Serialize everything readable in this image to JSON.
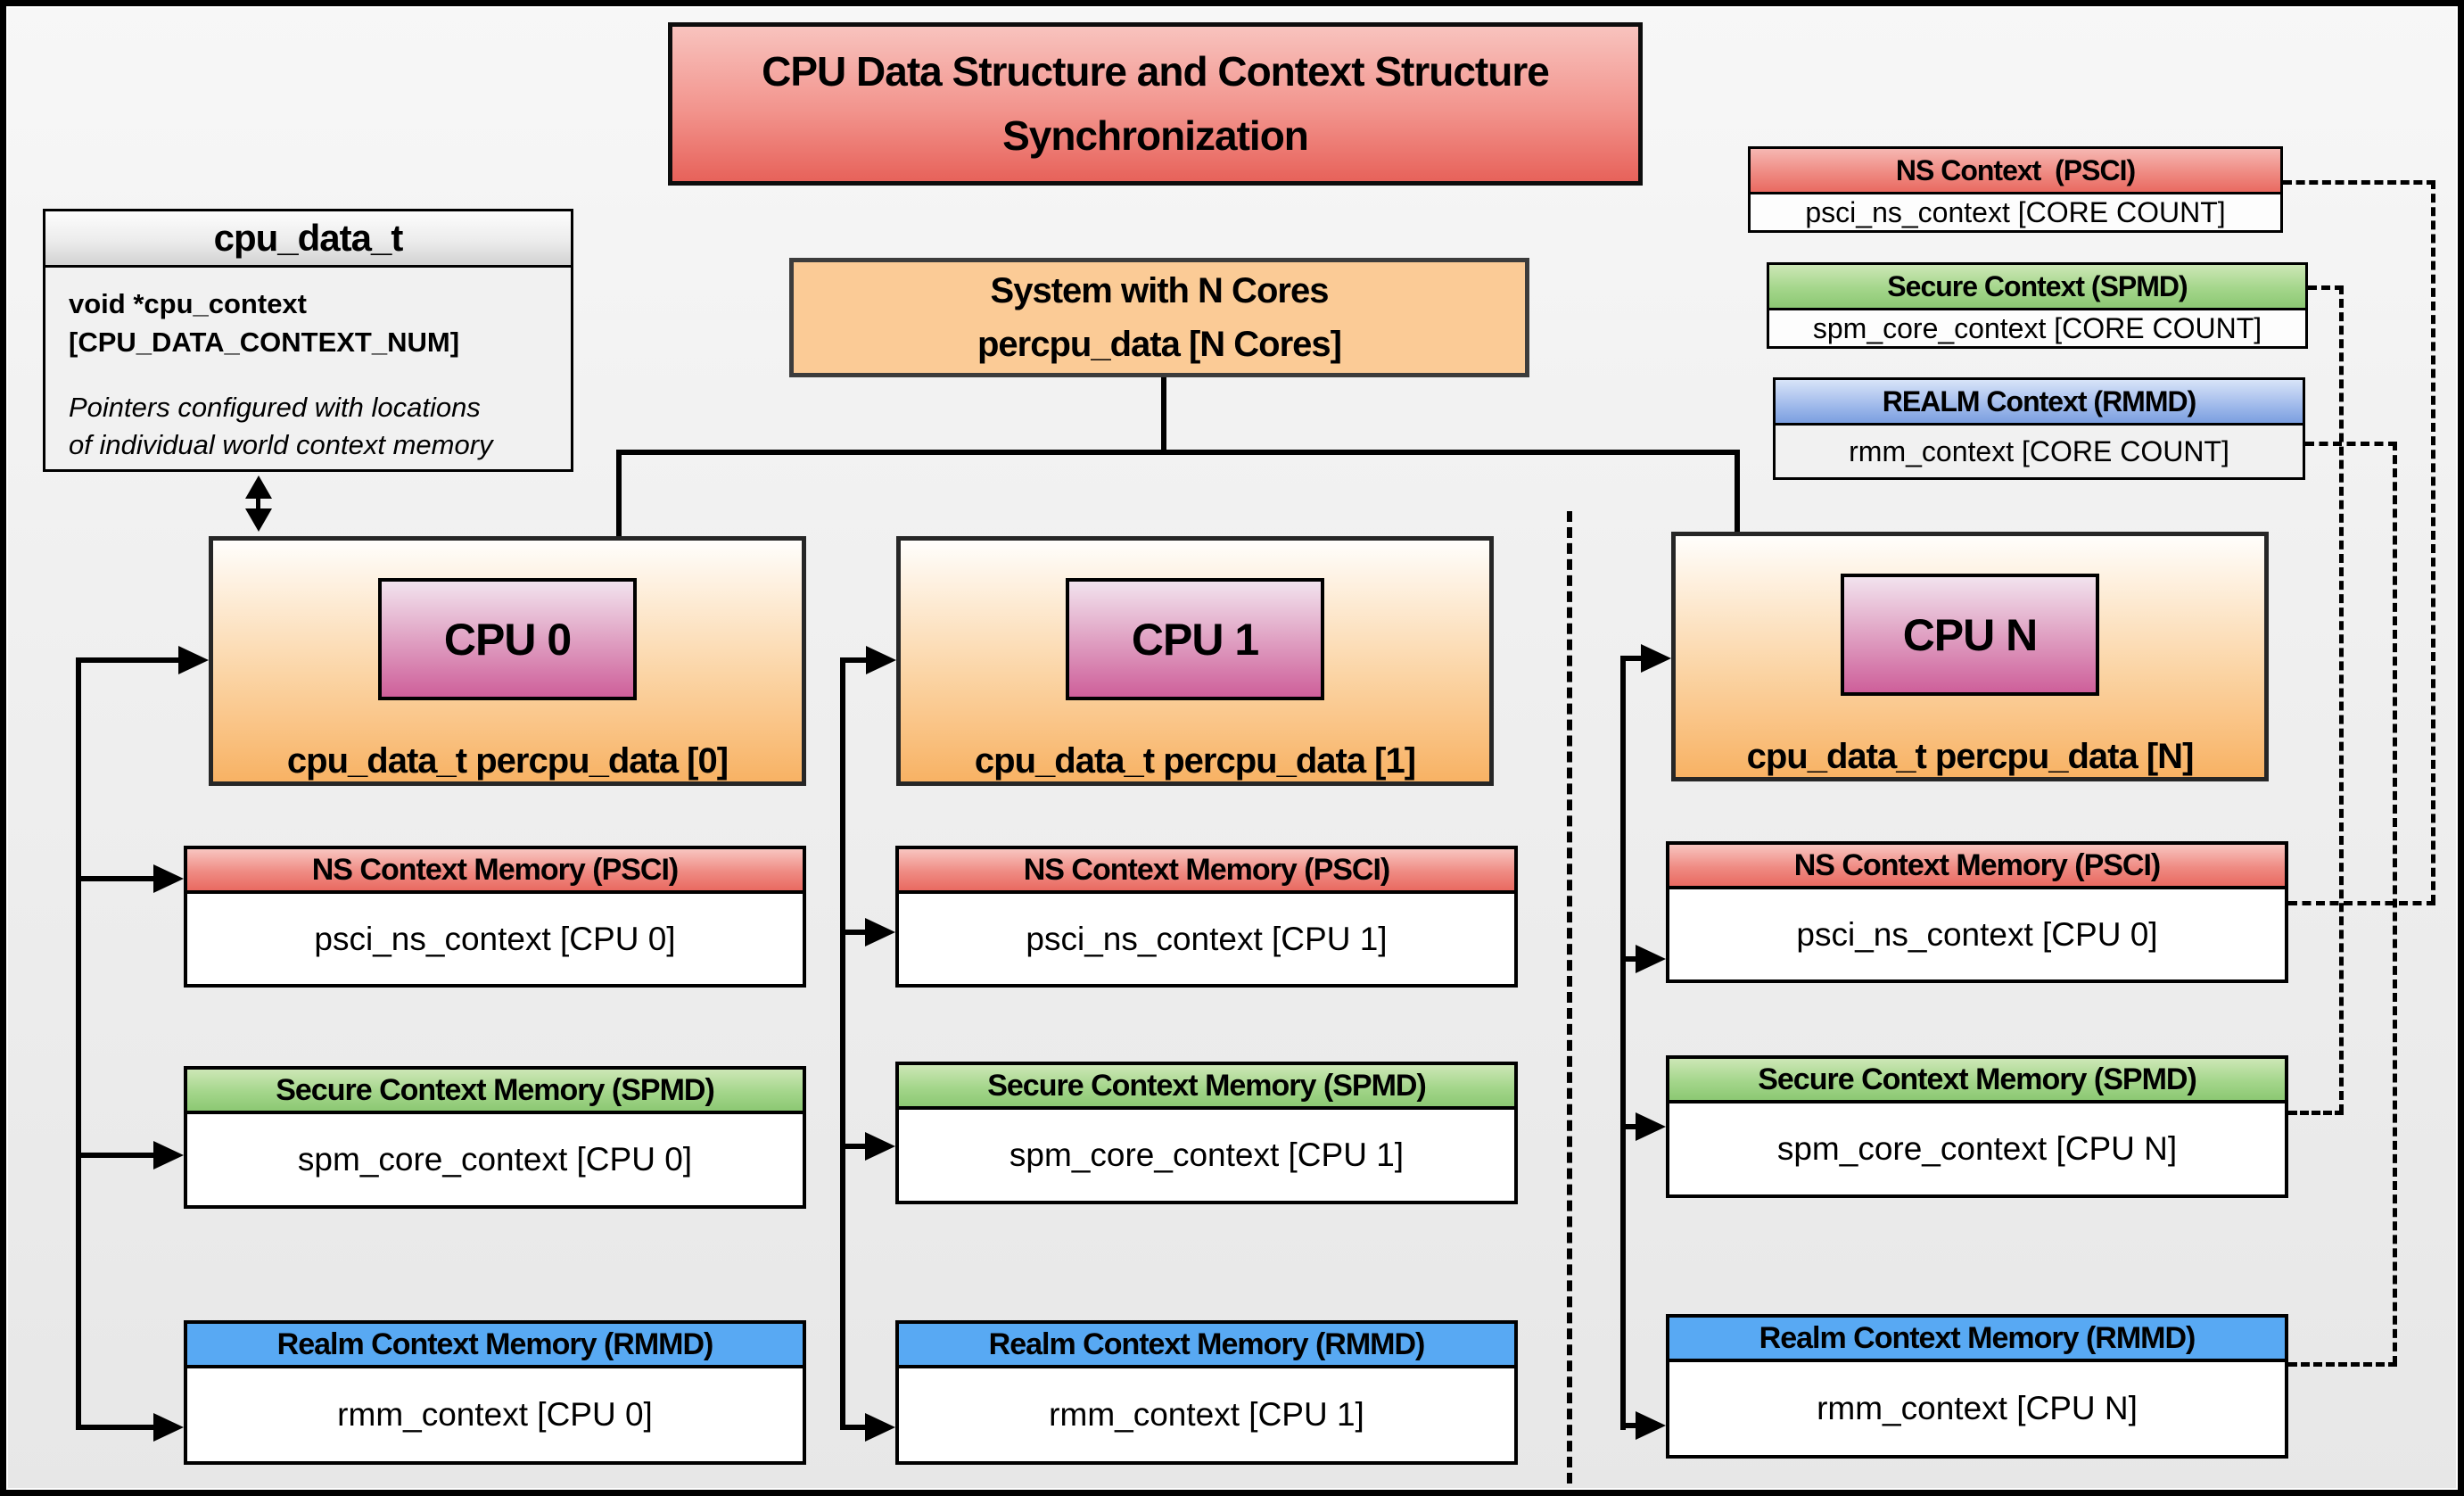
{
  "title": {
    "line1": "CPU Data Structure and Context Structure",
    "line2": "Synchronization"
  },
  "cpu_data_struct": {
    "header": "cpu_data_t",
    "field_line1": "void *cpu_context",
    "field_line2": "[CPU_DATA_CONTEXT_NUM]",
    "note_line1": "Pointers configured with locations",
    "note_line2": "of individual world context memory"
  },
  "system_box": {
    "line1": "System with N Cores",
    "line2": "percpu_data [N Cores]"
  },
  "legend": [
    {
      "title": "NS Context  (PSCI)",
      "body": "psci_ns_context [CORE COUNT]",
      "color": "#E96A61"
    },
    {
      "title": "Secure Context (SPMD)",
      "body": "spm_core_context [CORE COUNT]",
      "color": "#8CC873"
    },
    {
      "title": "REALM Context (RMMD)",
      "body": "rmm_context [CORE COUNT]",
      "color": "#7B9FE0"
    }
  ],
  "columns": [
    {
      "cpu_label": "CPU 0",
      "data_label": "cpu_data_t percpu_data [0]",
      "ns_header": "NS Context Memory (PSCI)",
      "ns_body": "psci_ns_context [CPU 0]",
      "spm_header": "Secure Context Memory (SPMD)",
      "spm_body": "spm_core_context [CPU 0]",
      "rmm_header": "Realm Context Memory (RMMD)",
      "rmm_body": "rmm_context [CPU 0]"
    },
    {
      "cpu_label": "CPU 1",
      "data_label": "cpu_data_t percpu_data [1]",
      "ns_header": "NS Context Memory (PSCI)",
      "ns_body": "psci_ns_context [CPU 1]",
      "spm_header": "Secure Context Memory (SPMD)",
      "spm_body": "spm_core_context [CPU 1]",
      "rmm_header": "Realm Context Memory (RMMD)",
      "rmm_body": "rmm_context [CPU 1]"
    },
    {
      "cpu_label": "CPU N",
      "data_label": "cpu_data_t percpu_data [N]",
      "ns_header": "NS Context Memory (PSCI)",
      "ns_body": "psci_ns_context [CPU 0]",
      "spm_header": "Secure Context Memory (SPMD)",
      "spm_body": "spm_core_context [CPU N]",
      "rmm_header": "Realm Context Memory (RMMD)",
      "rmm_body": "rmm_context [CPU N]"
    }
  ],
  "colors": {
    "title_gradient_top": "#F8C3BE",
    "title_gradient_bottom": "#E7625A",
    "system_box_fill": "#FBCB96",
    "cpu_box_gradient_bottom": "#F8B264",
    "cpu_inner_gradient_bottom": "#CE5F9A",
    "ns_header_red": "#E96A61",
    "secure_header_green": "#8CC873",
    "realm_memory_blue": "#58A9F3",
    "realm_legend_blue": "#7B9FE0",
    "background": "#EFEFEF",
    "line_color": "#000000"
  }
}
